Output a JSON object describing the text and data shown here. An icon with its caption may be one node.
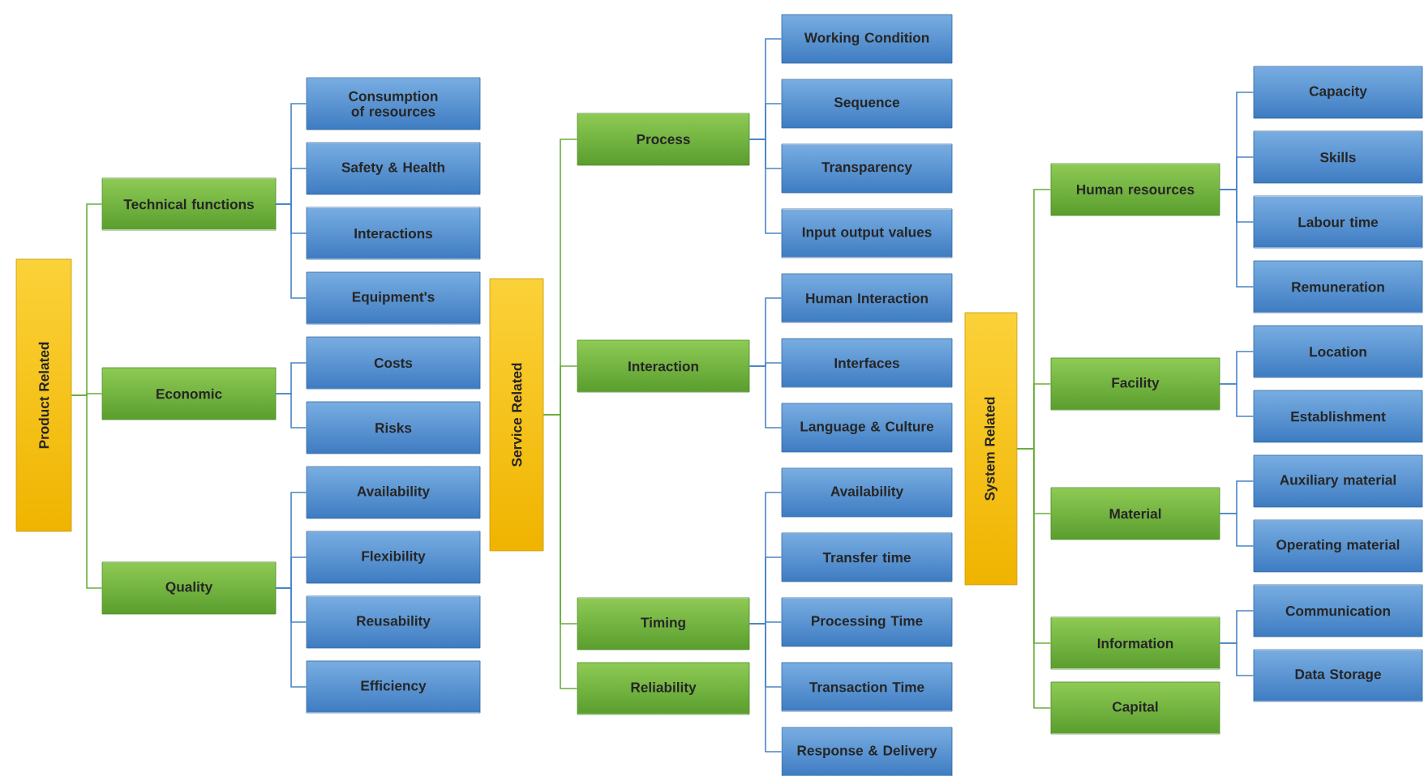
{
  "diagram": {
    "nodes": [
      {
        "text": [
          "Product Related"
        ]
      },
      {
        "text": [
          "Technical functions"
        ]
      },
      {
        "text": [
          "Consumption of resources"
        ]
      },
      {
        "text": [
          "Safety & Health"
        ]
      },
      {
        "text": [
          "Interactions"
        ]
      },
      {
        "text": [
          "Equipment's"
        ]
      },
      {
        "text": [
          "Economic"
        ]
      },
      {
        "text": [
          "Costs"
        ]
      },
      {
        "text": [
          "Risks"
        ]
      },
      {
        "text": [
          "Quality"
        ]
      },
      {
        "text": [
          "Availability"
        ]
      },
      {
        "text": [
          "Flexibility"
        ]
      },
      {
        "text": [
          "Reusability"
        ]
      },
      {
        "text": [
          "Efficiency"
        ]
      },
      {
        "text": [
          "Service Related"
        ]
      },
      {
        "text": [
          "Process"
        ]
      },
      {
        "text": [
          "Working Condition"
        ]
      },
      {
        "text": [
          "Sequence"
        ]
      },
      {
        "text": [
          "Transparency"
        ]
      },
      {
        "text": [
          "Input output values"
        ]
      },
      {
        "text": [
          "Interaction"
        ]
      },
      {
        "text": [
          "Human Interaction"
        ]
      },
      {
        "text": [
          "Interfaces"
        ]
      },
      {
        "text": [
          "Language & Culture"
        ]
      },
      {
        "text": [
          "Timing"
        ]
      },
      {
        "text": [
          "Availability"
        ]
      },
      {
        "text": [
          "Transfer time"
        ]
      },
      {
        "text": [
          "Processing Time"
        ]
      },
      {
        "text": [
          "Transaction Time"
        ]
      },
      {
        "text": [
          "Response & Delivery"
        ]
      },
      {
        "text": [
          "Reliability"
        ]
      },
      {
        "text": [
          "System Related"
        ]
      },
      {
        "text": [
          "Human resources"
        ]
      },
      {
        "text": [
          "Capacity"
        ]
      },
      {
        "text": [
          "Skills"
        ]
      },
      {
        "text": [
          "Labour time"
        ]
      },
      {
        "text": [
          "Remuneration"
        ]
      },
      {
        "text": [
          "Facility"
        ]
      },
      {
        "text": [
          "Location"
        ]
      },
      {
        "text": [
          "Establishment"
        ]
      },
      {
        "text": [
          "Material"
        ]
      },
      {
        "text": [
          "Auxiliary material"
        ]
      },
      {
        "text": [
          "Operating material"
        ]
      },
      {
        "text": [
          "Information"
        ]
      },
      {
        "text": [
          "Communication"
        ]
      },
      {
        "text": [
          "Data Storage"
        ]
      },
      {
        "text": [
          "Capital"
        ]
      }
    ],
    "edges": [
      {
        "from": 0,
        "to": 1,
        "arrow": "none",
        "color": "#6aae3c"
      },
      {
        "from": 1,
        "to": 2,
        "arrow": "none"
      },
      {
        "from": 1,
        "to": 3,
        "arrow": "none"
      },
      {
        "from": 1,
        "to": 4,
        "arrow": "none"
      },
      {
        "from": 1,
        "to": 5,
        "arrow": "none"
      },
      {
        "from": 0,
        "to": 6,
        "arrow": "none",
        "color": "#6aae3c"
      },
      {
        "from": 6,
        "to": 7,
        "arrow": "none"
      },
      {
        "from": 6,
        "to": 8,
        "arrow": "none"
      },
      {
        "from": 0,
        "to": 9,
        "arrow": "none",
        "color": "#6aae3c"
      },
      {
        "from": 9,
        "to": 10,
        "arrow": "none"
      },
      {
        "from": 9,
        "to": 11,
        "arrow": "none"
      },
      {
        "from": 9,
        "to": 12,
        "arrow": "none"
      },
      {
        "from": 9,
        "to": 13,
        "arrow": "none"
      },
      {
        "from": 14,
        "to": 15,
        "arrow": "none",
        "color": "#6aae3c"
      },
      {
        "from": 15,
        "to": 16,
        "arrow": "none"
      },
      {
        "from": 15,
        "to": 17,
        "arrow": "none"
      },
      {
        "from": 15,
        "to": 18,
        "arrow": "none"
      },
      {
        "from": 15,
        "to": 19,
        "arrow": "none"
      },
      {
        "from": 14,
        "to": 20,
        "arrow": "none",
        "color": "#6aae3c"
      },
      {
        "from": 20,
        "to": 21,
        "arrow": "none"
      },
      {
        "from": 20,
        "to": 22,
        "arrow": "none"
      },
      {
        "from": 20,
        "to": 23,
        "arrow": "none"
      },
      {
        "from": 14,
        "to": 24,
        "arrow": "none",
        "color": "#6aae3c"
      },
      {
        "from": 24,
        "to": 25,
        "arrow": "none"
      },
      {
        "from": 24,
        "to": 26,
        "arrow": "none"
      },
      {
        "from": 24,
        "to": 27,
        "arrow": "none"
      },
      {
        "from": 24,
        "to": 28,
        "arrow": "none"
      },
      {
        "from": 24,
        "to": 29,
        "arrow": "none"
      },
      {
        "from": 14,
        "to": 30,
        "arrow": "none",
        "color": "#6aae3c"
      },
      {
        "from": 31,
        "to": 32,
        "arrow": "none",
        "color": "#6aae3c"
      },
      {
        "from": 32,
        "to": 33,
        "arrow": "none"
      },
      {
        "from": 32,
        "to": 34,
        "arrow": "none"
      },
      {
        "from": 32,
        "to": 35,
        "arrow": "none"
      },
      {
        "from": 32,
        "to": 36,
        "arrow": "none"
      },
      {
        "from": 31,
        "to": 37,
        "arrow": "none",
        "color": "#6aae3c"
      },
      {
        "from": 37,
        "to": 38,
        "arrow": "none"
      },
      {
        "from": 37,
        "to": 39,
        "arrow": "none"
      },
      {
        "from": 31,
        "to": 40,
        "arrow": "none",
        "color": "#6aae3c"
      },
      {
        "from": 40,
        "to": 41,
        "arrow": "none"
      },
      {
        "from": 40,
        "to": 42,
        "arrow": "none"
      },
      {
        "from": 31,
        "to": 43,
        "arrow": "none",
        "color": "#6aae3c"
      },
      {
        "from": 43,
        "to": 44,
        "arrow": "none"
      },
      {
        "from": 43,
        "to": 45,
        "arrow": "none"
      },
      {
        "from": 31,
        "to": 46,
        "arrow": "none",
        "color": "#6aae3c"
      }
    ]
  }
}
